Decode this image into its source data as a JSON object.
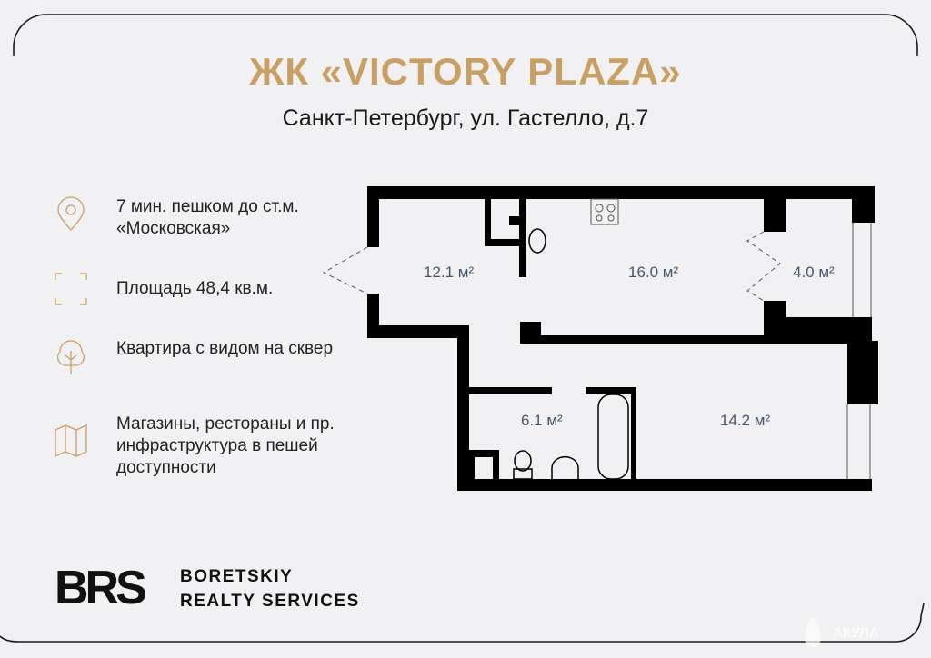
{
  "header": {
    "title": "ЖК «VICTORY PLAZA»",
    "address": "Санкт-Петербург, ул. Гастелло, д.7"
  },
  "features": [
    {
      "icon": "map-pin-icon",
      "text": "7 мин. пешком до ст.м. «Московская»"
    },
    {
      "icon": "area-frame-icon",
      "text": "Площадь 48,4 кв.м."
    },
    {
      "icon": "tree-icon",
      "text": "Квартира с видом на сквер"
    },
    {
      "icon": "map-icon",
      "text": "Магазины, рестораны и пр. инфраструктура в пешей доступности"
    }
  ],
  "floor_plan": {
    "rooms": [
      {
        "label": "12.1 м²"
      },
      {
        "label": "16.0 м²"
      },
      {
        "label": "4.0 м²"
      },
      {
        "label": "6.1 м²"
      },
      {
        "label": "14.2 м²"
      }
    ]
  },
  "footer": {
    "logo": "BRS",
    "company_line1": "BORETSKIY",
    "company_line2": "REALTY SERVICES",
    "watermark": "АКУЛА"
  },
  "colors": {
    "accent": "#c9a063",
    "background": "#f1f1f3",
    "wall": "#000000",
    "room_label": "#45566b"
  }
}
